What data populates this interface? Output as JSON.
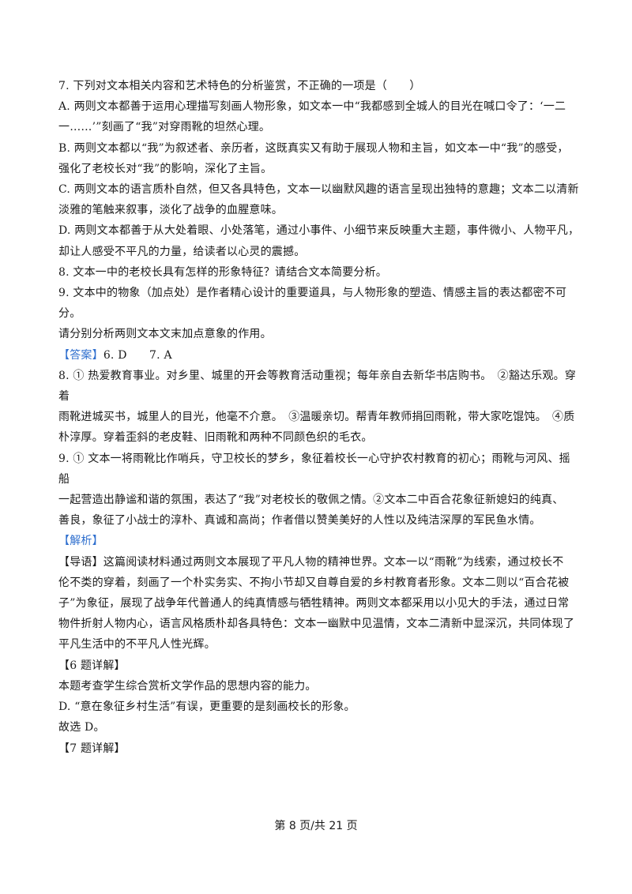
{
  "q7": {
    "stem": "7. 下列对文本相关内容和艺术特色的分析鉴赏，不正确的一项是（　　）",
    "opt_a_1": "A. 两则文本都善于运用心理描写刻画人物形象，如文本一中“我都感到全城人的目光在喊口令了：‘一二",
    "opt_a_2": "一……’”刻画了“我”对穿雨靴的坦然心理。",
    "opt_b_1": "B. 两则文本都以“我”为叙述者、亲历者，这既真实又有助于展现人物和主旨，如文本一中“我”的感受，",
    "opt_b_2": "强化了老校长对“我”的影响，深化了主旨。",
    "opt_c_1": "C. 两则文本的语言质朴自然，但又各具特色，文本一以幽默风趣的语言呈现出独特的意趣；文本二以清新",
    "opt_c_2": "淡雅的笔触来叙事，淡化了战争的血腥意味。",
    "opt_d_1": "D. 两则文本都善于从大处着眼、小处落笔，通过小事件、小细节来反映重大主题，事件微小、人物平凡，",
    "opt_d_2": "却让人感受不平凡的力量，给读者以心灵的震撼。"
  },
  "q8": {
    "stem": "8. 文本一中的老校长具有怎样的形象特征？请结合文本简要分析。"
  },
  "q9": {
    "stem_1": "9. 文本中的物象（加点处）是作者精心设计的重要道具，与人物形象的塑造、情感主旨的表达都密不可分。",
    "stem_2": "请分别分析两则文本文末加点意象的作用。"
  },
  "answer": {
    "label": "【答案】",
    "value": "6. D　　7. A",
    "a8_1": "8. ① 热爱教育事业。对乡里、城里的开会等教育活动重视；每年亲自去新华书店购书。　②豁达乐观。穿着",
    "a8_2": "雨靴进城买书，城里人的目光，他毫不介意。　③温暖亲切。帮青年教师捐回雨靴，带大家吃馄饨。　④质",
    "a8_3": "朴淳厚。穿着歪斜的老皮鞋、旧雨靴和两种不同颜色织的毛衣。",
    "a9_1": "9. ① 文本一将雨靴比作哨兵，守卫校长的梦乡，象征着校长一心守护农村教育的初心；雨靴与河风、摇船",
    "a9_2": "一起营造出静谧和谐的氛围，表达了“我”对老校长的敬佩之情。②文本二中百合花象征新媳妇的纯真、",
    "a9_3": "善良，象征了小战士的淳朴、真诚和高尚；作者借以赞美美好的人性以及纯洁深厚的军民鱼水情。"
  },
  "analysis": {
    "label": "【解析】",
    "intro_1": "【导语】这篇阅读材料通过两则文本展现了平凡人物的精神世界。文本一以“雨靴”为线索，通过校长不",
    "intro_2": "伦不类的穿着，刻画了一个朴实务实、不拘小节却又自尊自爱的乡村教育者形象。文本二则以“百合花被",
    "intro_3": "子”为象征，展现了战争年代普通人的纯真情感与牺牲精神。两则文本都采用以小见大的手法，通过日常",
    "intro_4": "物件折射人物内心，语言风格质朴却各具特色：文本一幽默中见温情，文本二清新中显深沉，共同体现了",
    "intro_5": "平凡生活中的不平凡人性光辉。",
    "q6_head": "【6 题详解】",
    "q6_1": "本题考查学生综合赏析文学作品的思想内容的能力。",
    "q6_2": "D. “意在象征乡村生活”有误，更重要的是刻画校长的形象。",
    "q6_3": "故选 D。",
    "q7_head": "【7 题详解】"
  },
  "footer": {
    "page": "第 8 页/共 21 页"
  }
}
